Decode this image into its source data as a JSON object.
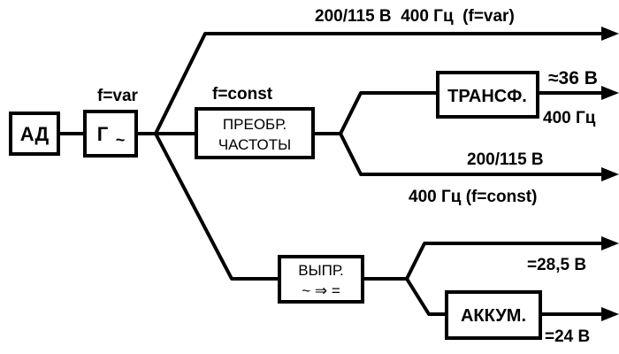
{
  "blocks": {
    "ad": "АД",
    "gen": "Г",
    "gen_symbol": "~",
    "conv_line1": "ПРЕОБР.",
    "conv_line2": "ЧАСТОТЫ",
    "transf": "ТРАНСФ.",
    "rect_line1": "ВЫПР.",
    "rect_line2": "~ ⇒ =",
    "battery": "АККУМ."
  },
  "labels": {
    "f_var": "f=var",
    "f_const": "f=const",
    "out_var": "200/115 В  400 Гц  (f=var)",
    "out_transf_voltage": "≈36 В",
    "out_transf_freq": "400 Гц",
    "out_const_voltage": "200/115 В",
    "out_const_freq": "400 Гц (f=const)",
    "out_dc_28": "=28,5 В",
    "out_dc_24": "=24 В"
  }
}
